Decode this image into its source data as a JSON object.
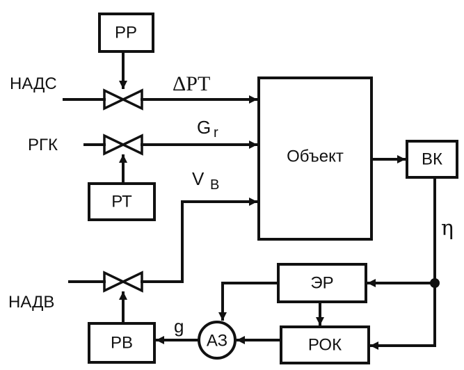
{
  "blocks": {
    "pp": "РР",
    "pt": "РТ",
    "object": "Объект",
    "vk": "ВК",
    "er": "ЭР",
    "rok": "РОК",
    "rv": "РВ",
    "az": "АЗ"
  },
  "inputs": {
    "nads": "НАДС",
    "rgk": "РГК",
    "nadv": "НАДВ"
  },
  "signals": {
    "delta_pt": "ΔPT",
    "g_main": "G",
    "g_sub": "r",
    "v_main": "V",
    "v_sub": "B",
    "eta": "η",
    "g_small": "g"
  }
}
